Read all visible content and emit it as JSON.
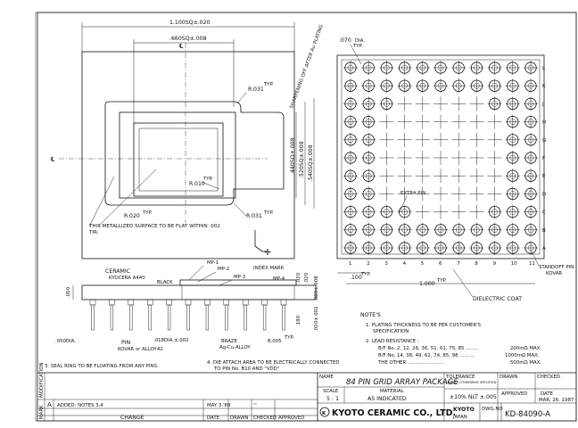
{
  "top_view": {
    "dim_overall": "1.100SQ±.020",
    "dim_cavity": ".660SQ±.008",
    "dim_radius_top": "R.031",
    "typ": "TYP.",
    "dim_radius_inner": "R.010",
    "dim_radius_bottom_left": "R.020",
    "dim_radius_bottom_right": "R.031",
    "dim_440": ".440SQ±.008",
    "dim_520": ".520SQ±.008",
    "dim_540": ".540SQ±.008",
    "plating_note": "SHARPENING OFF AFTER Au PLATING",
    "metallized_note": "THIS METALLIZED SURFACE TO BE FLAT WITHIN .002 TIR.",
    "centerline": "℄"
  },
  "pin_view": {
    "dim_070": ".070",
    "dia": "DIA.",
    "typ": "TYP.",
    "row_labels": [
      "L",
      "K",
      "J",
      "H",
      "G",
      "F",
      "E",
      "D",
      "C",
      "B",
      "A"
    ],
    "col_labels": [
      "1",
      "2",
      "3",
      "4",
      "5",
      "6",
      "7",
      "8",
      "9",
      "10",
      "11"
    ],
    "extra_pin": "EXTRA PIN",
    "dim_100": ".100",
    "dim_1000": "1.000",
    "standoff_pin": "STANDOFF PIN",
    "standoff_material": "KOVAR",
    "dielectric_coat": "DIELECTRIC COAT"
  },
  "side_view": {
    "ceramic": "CERAMIC",
    "ceramic_spec": "KYOCERA A440",
    "black": "BLACK",
    "mp1": "MP-1",
    "mp2": "MP-2",
    "mp3": "MP-3",
    "mp4": "MP-4",
    "index_mark": "INDEX MARK",
    "dim_050": ".050",
    "dim_050_dia": ".050DIA.",
    "pin": "PIN",
    "pin_material": "KOVAR or ALLOY42",
    "pin_dia": ".018DIA.±.002",
    "braze": "BRAZE",
    "braze_material": "Ag-Cu ALLOY",
    "dim_r005": "R.005",
    "typ": "TYP.",
    "dim_020": ".020",
    "dim_020b": ".020",
    "dim_080": ".080±.008",
    "dim_180": ".180",
    "dim_020c": ".020±.002"
  },
  "notes": {
    "header": "NOTE'S",
    "n1a": "1. PLATING THICKNESS TO BE PER CUSTOMER'S",
    "n1b": "SPECIFICATION",
    "n2": "2. LEAD RESISTANCE :",
    "n2a_label": "B/F No. 2, 12, 26, 36, 51, 61, 75, 85 ........",
    "n2a_val": "200mΩ MAX.",
    "n2b_label": "B/F No. 14, 38, 49, 62, 74, 85, 98 ..........",
    "n2b_val": "1000mΩ MAX.",
    "n2c_label": "THE OTHER ........................",
    "n2c_val": "500mΩ MAX.",
    "n3": "3. SEAL RING TO BE FLOATING FROM ANY PINS.",
    "n4a": "4. DIE ATTACH AREA TO BE ELECTRICALLY CONNECTED",
    "n4b": "TO PIN No. B10 AND \"VDD\""
  },
  "title_block": {
    "name_label": "NAME",
    "title": "84 PIN GRID ARRAY PACKAGE",
    "scale_label": "SCALE",
    "scale": "5 : 1",
    "material_label": "MATERIAL",
    "material": "AS INDICATED",
    "tolerance_label": "TOLERANCE",
    "tolerance_sub": "UNLESS OTHERWISE SPECIFIED",
    "tolerance": "±10% NLT ±.005",
    "company": "KYOTO CERAMIC CO., LTD.",
    "city": "KYOTO",
    "country": "JAPAN",
    "dwg_label": "DWG.NO",
    "dwg_no": "KD-84090-A",
    "drawn_label": "DRAWN",
    "checked_label": "CHECKED",
    "approved_label": "APPROVED",
    "date_label": "DATE",
    "date": "MAR. 26. 1987",
    "change_header": "CHANGE",
    "change_entry": "ADDED: NOTES 3,4",
    "change_mark": "A",
    "change_date": "MAY 3.'88",
    "col_date": "DATE",
    "col_drawn": "DRAWN",
    "col_checked": "CHECKED",
    "col_approved": "APPROVED",
    "mark_label": "MARK",
    "modification_label": "MODIFICATION"
  }
}
